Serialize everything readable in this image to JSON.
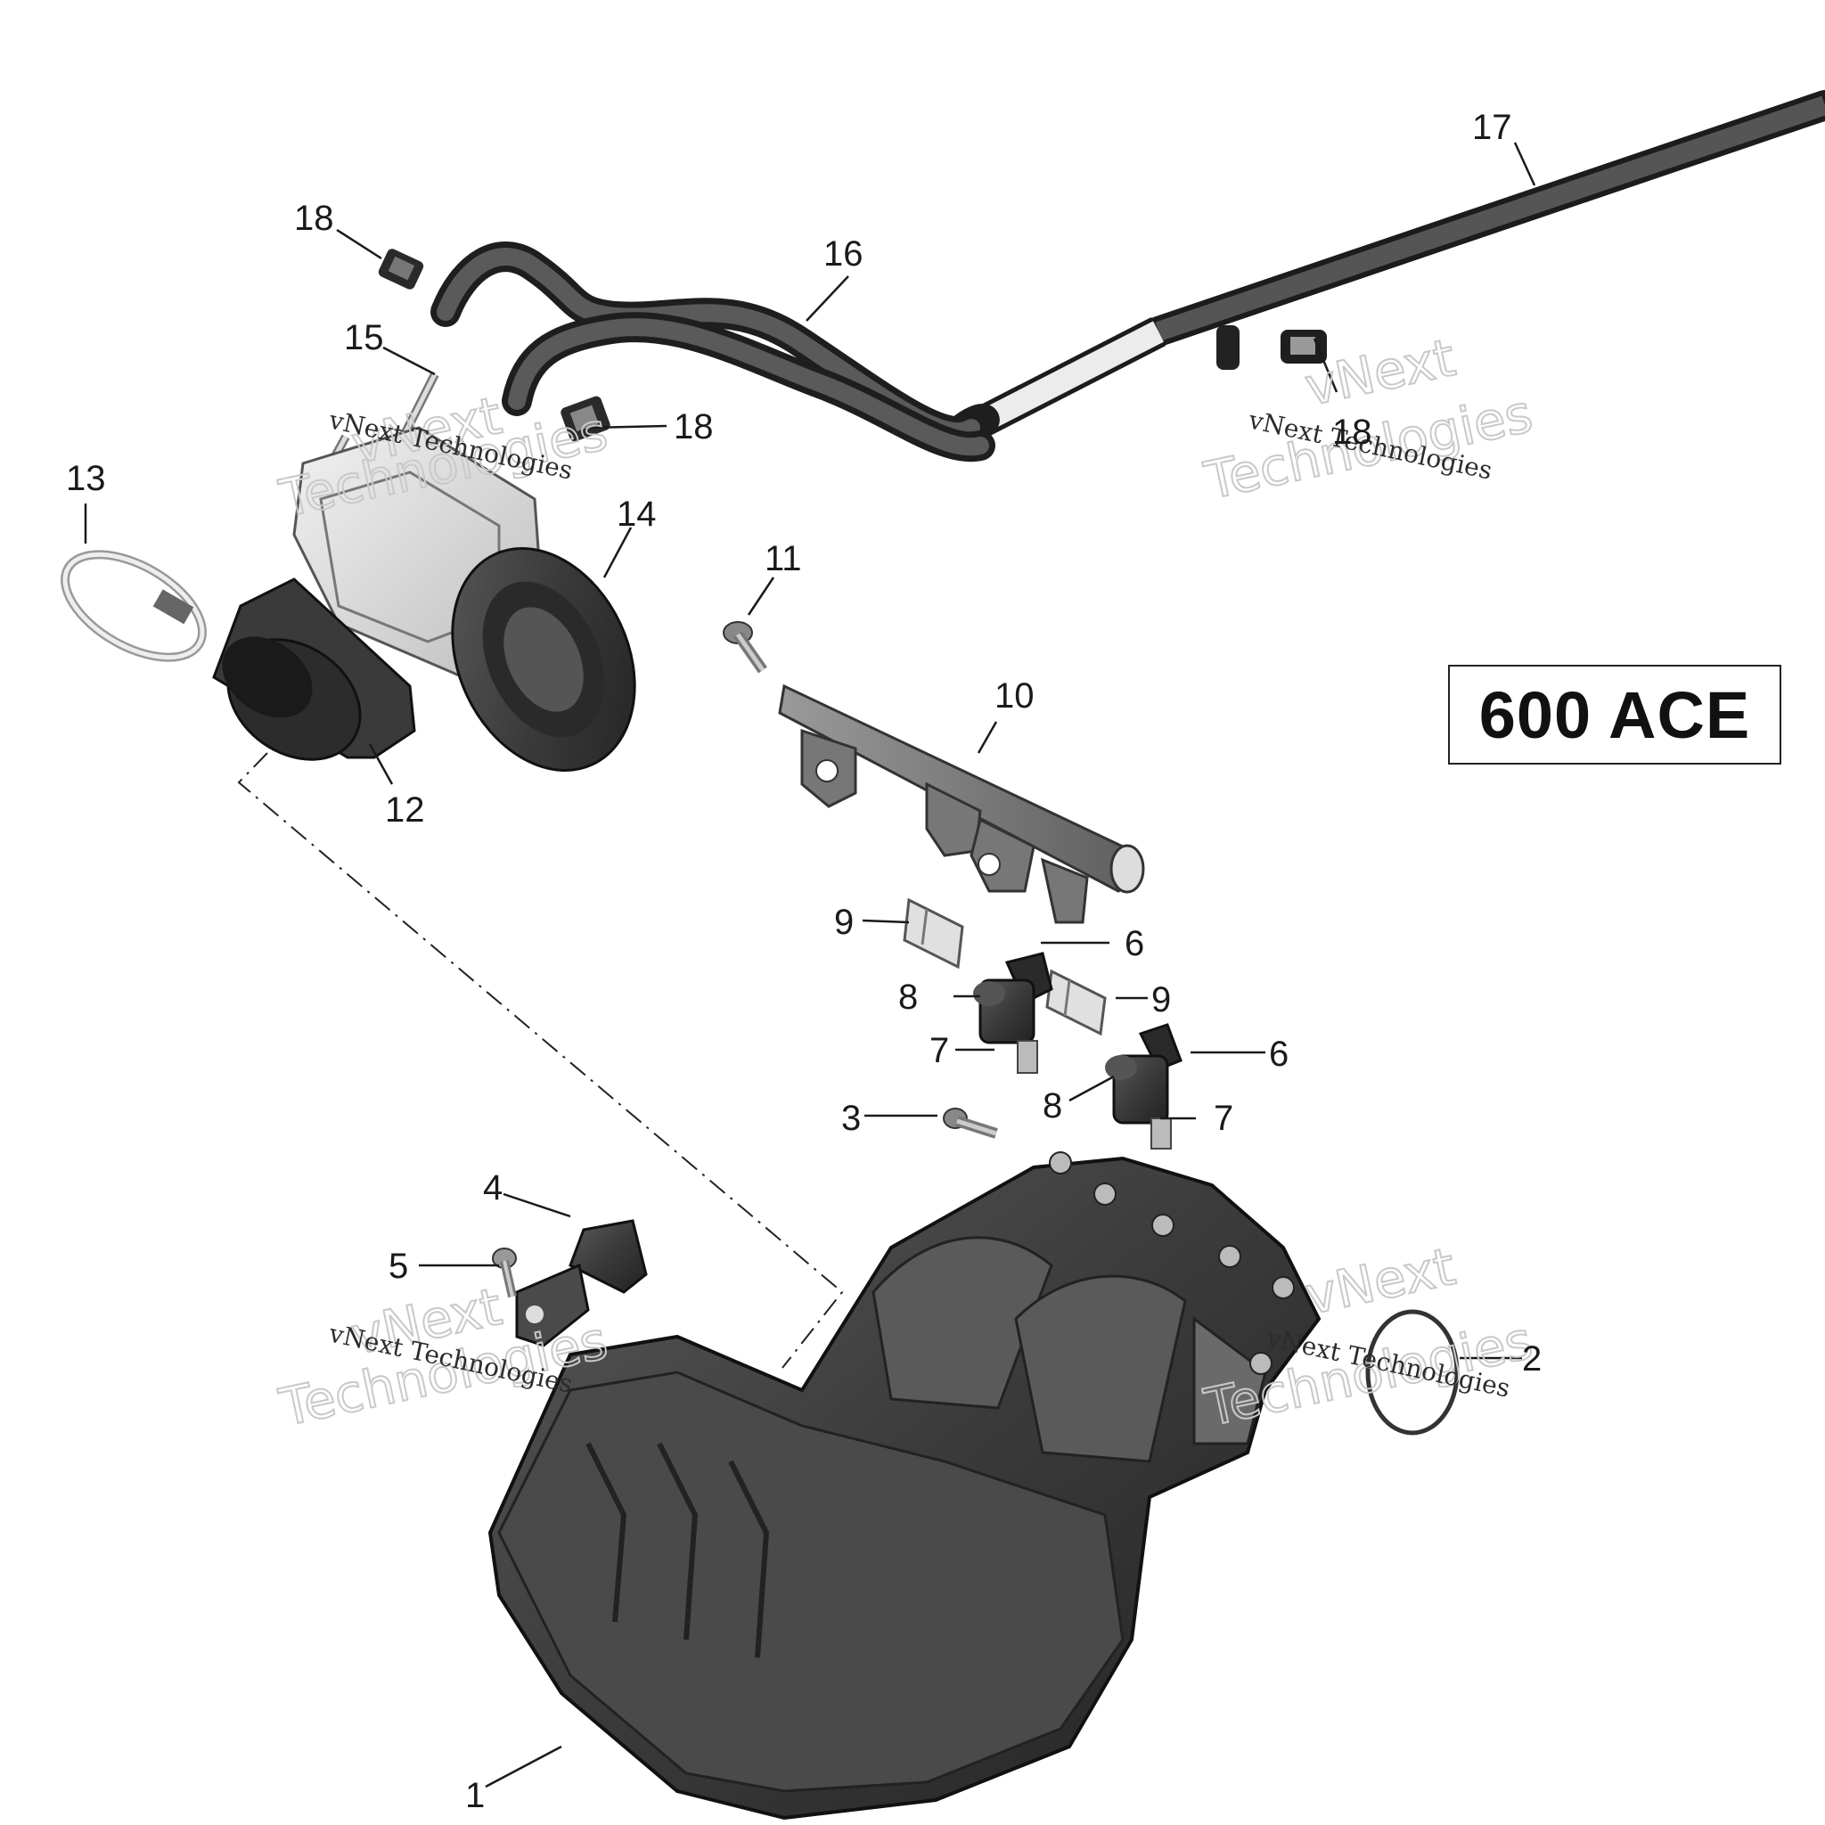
{
  "model_label": "600 ACE",
  "watermark": {
    "brand_line_1": "vNext",
    "brand_line_2": "Technologies",
    "caption": "vNext Technologies"
  },
  "callouts": {
    "c1": "1",
    "c2": "2",
    "c3": "3",
    "c4": "4",
    "c5": "5",
    "c6a": "6",
    "c6b": "6",
    "c7a": "7",
    "c7b": "7",
    "c8a": "8",
    "c8b": "8",
    "c9a": "9",
    "c9b": "9",
    "c10": "10",
    "c11": "11",
    "c12": "12",
    "c13": "13",
    "c14": "14",
    "c15": "15",
    "c16": "16",
    "c17": "17",
    "c18a": "18",
    "c18b": "18",
    "c18c": "18"
  },
  "colors": {
    "part_dark": "#3a3a3a",
    "part_mid": "#6e6e6e",
    "part_light": "#d8d8d8",
    "watermark": "#c9c9c9"
  }
}
